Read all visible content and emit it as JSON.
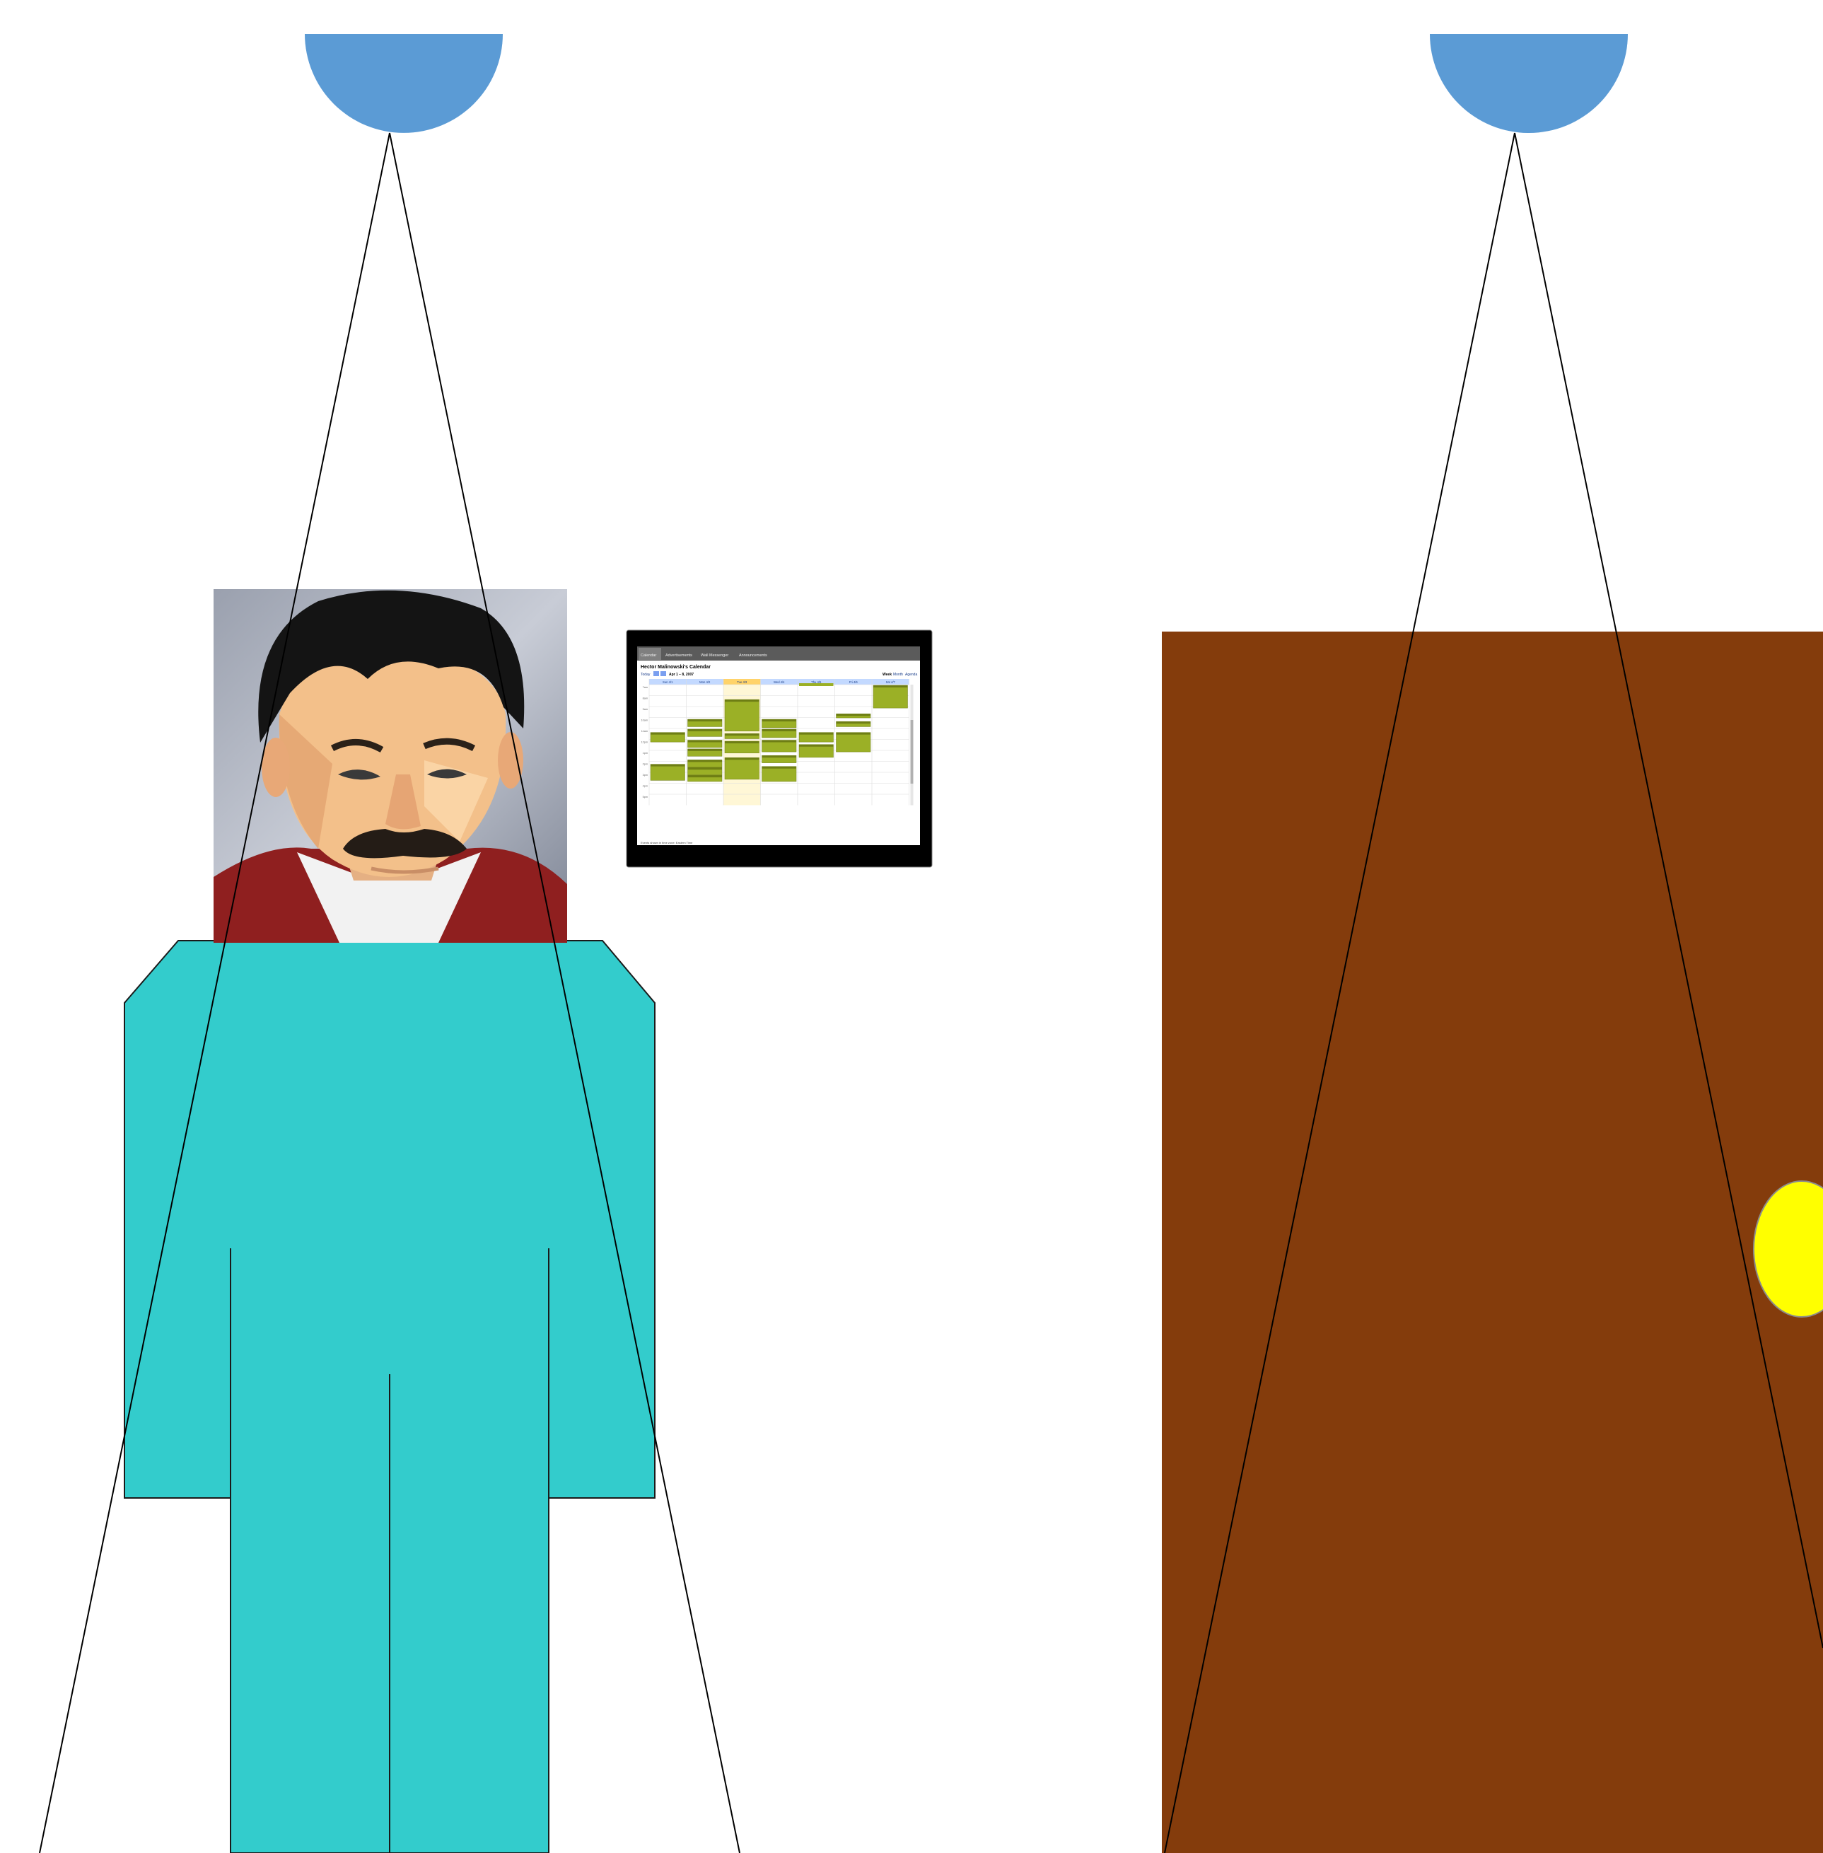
{
  "scene": {
    "colors": {
      "background": "#ffffff",
      "lamp": "#5b9bd5",
      "light_beam": "#000000",
      "body": "#33cccc",
      "door": "#843c0c",
      "door_knob": "#ffff00",
      "screen_frame": "#000000",
      "calendar_event": "#9bb026"
    }
  },
  "lamps": [
    {
      "name": "left-ceiling-lamp",
      "icon": "half-circle"
    },
    {
      "name": "right-ceiling-lamp",
      "icon": "half-circle"
    }
  ],
  "person": {
    "portrait": {
      "icon": "portrait-painting",
      "hair": "#141414",
      "skin": "#f3c08a",
      "mustache": "#241c16",
      "jacket": "#8f1f1f",
      "collar": "#f2f2f2",
      "backdrop": "#c8ccd6"
    },
    "body_icon": "stick-figure-body"
  },
  "wall_screen": {
    "icon": "calendar-screenshot",
    "tabs": [
      "Calendar",
      "Advertisements",
      "Wall Messenger",
      "Announcements"
    ],
    "title": "Hector Malinowski's Calendar",
    "today_label": "Today",
    "date_range": "Apr 1 – 8, 2007",
    "view_options": [
      "Week",
      "Month",
      "Agenda"
    ],
    "day_headers": [
      "Sun 4/1",
      "Mon 4/2",
      "Tue 4/3",
      "Wed 4/4",
      "Thu 4/5",
      "Fri 4/6",
      "Sat 4/7"
    ],
    "time_labels": [
      "7am",
      "8am",
      "9am",
      "10am",
      "11am",
      "12pm",
      "1pm",
      "2pm",
      "3pm",
      "4pm",
      "5pm"
    ],
    "footer": "Events shown in time zone: Eastern Time"
  },
  "door": {
    "icon": "door",
    "knob_icon": "door-knob"
  }
}
